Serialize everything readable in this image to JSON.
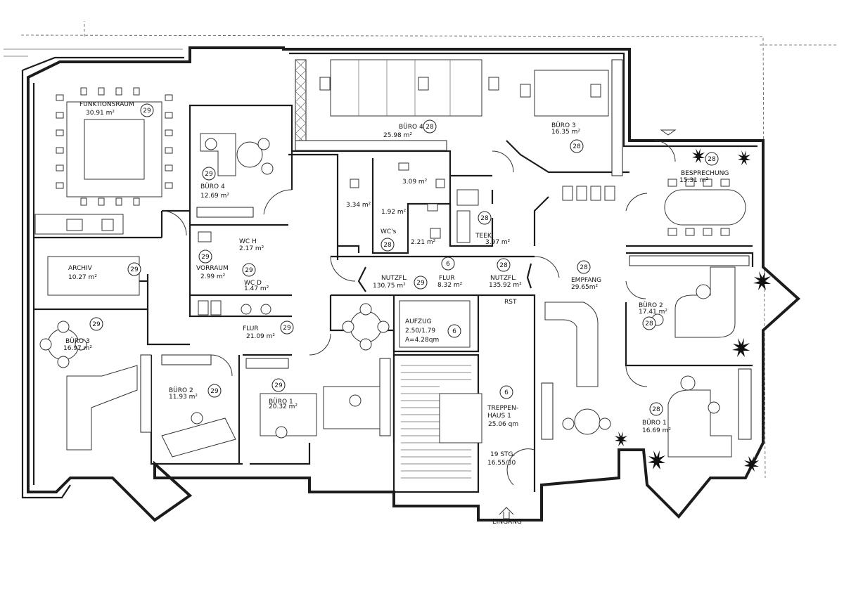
{
  "rooms": [
    {
      "id": "funktionsraum",
      "name": "FUNKTIONSRAUM",
      "area": "30.91 m²",
      "zone": "29"
    },
    {
      "id": "buero4-left",
      "name": "BÜRO 4",
      "area": "12.69 m²",
      "zone": "29"
    },
    {
      "id": "archiv",
      "name": "ARCHIV",
      "area": "10.27 m²",
      "zone": "29"
    },
    {
      "id": "wc-h",
      "name": "WC H",
      "area": "2.17 m²"
    },
    {
      "id": "vorraum",
      "name": "VORRAUM",
      "area": "2.99 m²",
      "zone": "29"
    },
    {
      "id": "wc-d",
      "name": "WC D",
      "area": "1.47 m²",
      "zone": "29"
    },
    {
      "id": "buero3-left",
      "name": "BÜRO 3",
      "area": "16.97 m²",
      "zone": "29"
    },
    {
      "id": "flur-left",
      "name": "FLUR",
      "area": "21.09 m²",
      "zone": "29"
    },
    {
      "id": "buero2-left",
      "name": "BÜRO 2",
      "area": "11.93 m²",
      "zone": "29"
    },
    {
      "id": "buero1-left",
      "name": "BÜRO 1",
      "area": "20.32 m²",
      "zone": "29"
    },
    {
      "id": "buero4-top",
      "name": "BÜRO 4",
      "area": "25.98 m²",
      "zone": "28"
    },
    {
      "id": "buero3-top",
      "name": "BÜRO 3",
      "area": "16.35 m²",
      "zone": "28"
    },
    {
      "id": "besprechung",
      "name": "BESPRECHUNG",
      "area": "15.31 m²",
      "zone": "28"
    },
    {
      "id": "wc-a",
      "area": "3.34 m²"
    },
    {
      "id": "wc-b",
      "area": "3.09 m²"
    },
    {
      "id": "wc-c",
      "area": "1.92 m²"
    },
    {
      "id": "wc-d2",
      "area": "2.21 m²"
    },
    {
      "id": "wcs",
      "name": "WC's",
      "zone": "28"
    },
    {
      "id": "teek",
      "name": "TEEK",
      "area": "3.97 m²",
      "zone": "28"
    },
    {
      "id": "nutzfl-left",
      "name": "NUTZFL.",
      "area": "130.75 m²",
      "zone": "29"
    },
    {
      "id": "flur-center",
      "name": "FLUR",
      "area": "8.32 m²",
      "zone": "6"
    },
    {
      "id": "nutzfl-right",
      "name": "NUTZFL.",
      "area": "135.92 m²",
      "zone": "28"
    },
    {
      "id": "empfang",
      "name": "EMPFANG",
      "area": "29.65m²",
      "zone": "28"
    },
    {
      "id": "rst",
      "name": "RST"
    },
    {
      "id": "aufzug",
      "name": "AUFZUG",
      "line2": "2.50/1.79",
      "line3": "A=4.28qm",
      "zone": "6"
    },
    {
      "id": "treppenhaus",
      "name": "TREPPEN-",
      "line2": "HAUS 1",
      "area": "25.06 qm",
      "zone": "6"
    },
    {
      "id": "stg",
      "name": "19 STG.",
      "line2": "16.55/30"
    },
    {
      "id": "buero2-right",
      "name": "BÜRO 2",
      "area": "17.41 m²",
      "zone": "28"
    },
    {
      "id": "buero1-right",
      "name": "BÜRO 1",
      "area": "16.69 m²",
      "zone": "28"
    }
  ],
  "entrance": {
    "label": "EINGANG"
  }
}
